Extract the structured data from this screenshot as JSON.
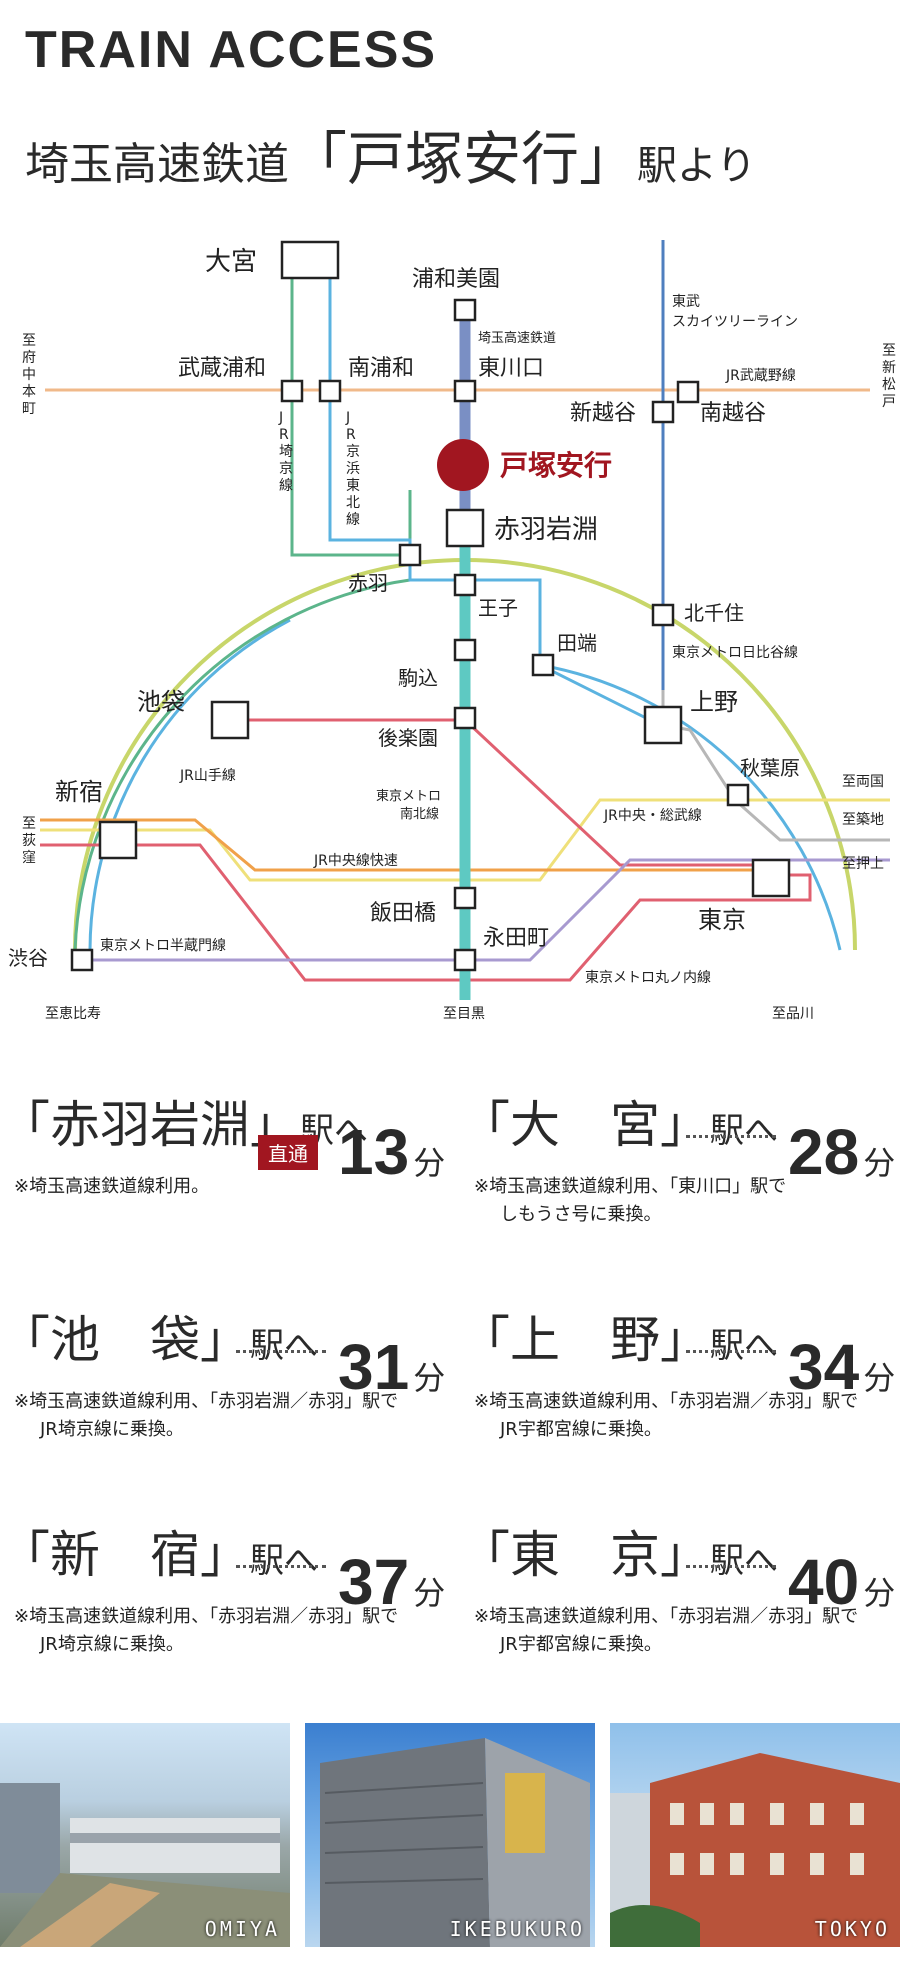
{
  "header": {
    "title": "TRAIN ACCESS",
    "sub_pre": "埼玉高速鉄道",
    "sub_open": "「",
    "sub_main": "戸塚安行",
    "sub_close": "」",
    "sub_post": "駅より"
  },
  "map": {
    "colors": {
      "saitama": "#7a8fc4",
      "namboku": "#5ec9c2",
      "saikyo": "#5cb58b",
      "keihin": "#5bb3e0",
      "musashino": "#f0b98a",
      "tobu": "#4f7fbf",
      "hibiya": "#b7b7b7",
      "yamanote": "#c8d66a",
      "chuo_sobu": "#efe07a",
      "chuo_rapid": "#f0a14a",
      "hanzomon": "#a89ad0",
      "marunouchi": "#e06070",
      "main_station": "#a11620"
    },
    "stations": {
      "omiya": "大宮",
      "urawa_misono": "浦和美園",
      "musashi_urawa": "武蔵浦和",
      "minami_urawa": "南浦和",
      "higashikawaguchi": "東川口",
      "shin_koshigaya": "新越谷",
      "minami_koshigaya": "南越谷",
      "totsuka_angyo": "戸塚安行",
      "akabane_iwabuchi": "赤羽岩淵",
      "akabane": "赤羽",
      "oji": "王子",
      "kita_senju": "北千住",
      "tabata": "田端",
      "komagome": "駒込",
      "ikebukuro": "池袋",
      "ueno": "上野",
      "korakuen": "後楽園",
      "akihabara": "秋葉原",
      "shinjuku": "新宿",
      "tokyo": "東京",
      "iidabashi": "飯田橋",
      "nagatacho": "永田町",
      "shibuya": "渋谷"
    },
    "lines": {
      "saitama_railway": "埼玉高速鉄道",
      "jr_saikyo": "JR埼京線",
      "jr_keihin": "JR京浜東北線",
      "tobu_skytree_1": "東武",
      "tobu_skytree_2": "スカイツリーライン",
      "jr_musashino": "JR武蔵野線",
      "metro_hibiya": "東京メトロ日比谷線",
      "jr_yamanote": "JR山手線",
      "metro_namboku_1": "東京メトロ",
      "metro_namboku_2": "南北線",
      "jr_chuo_sobu": "JR中央・総武線",
      "jr_chuo_rapid": "JR中央線快速",
      "metro_hanzomon": "東京メトロ半蔵門線",
      "metro_marunouchi": "東京メトロ丸ノ内線"
    },
    "destinations": {
      "fuchu_hommachi": "至府中本町",
      "shin_matsudo": "至新松戸",
      "ogikubo": "至荻窪",
      "ryogoku": "至両国",
      "tsukiji": "至築地",
      "oshiage": "至押上",
      "ebisu": "至恵比寿",
      "meguro": "至目黒",
      "shinagawa": "至品川"
    }
  },
  "routes": [
    {
      "open": "「",
      "name": "赤羽岩淵",
      "close": "」",
      "suffix": "駅へ",
      "badge": "直通",
      "minutes": "13",
      "unit": "分",
      "note1": "※埼玉高速鉄道線利用。",
      "note2": ""
    },
    {
      "open": "「",
      "name": "大　宮",
      "close": "」",
      "suffix": "駅へ",
      "minutes": "28",
      "unit": "分",
      "note1": "※埼玉高速鉄道線利用、「東川口」駅で",
      "note2": "しもうさ号に乗換。"
    },
    {
      "open": "「",
      "name": "池　袋",
      "close": "」",
      "suffix": "駅へ",
      "minutes": "31",
      "unit": "分",
      "note1": "※埼玉高速鉄道線利用、「赤羽岩淵／赤羽」駅で",
      "note2": "JR埼京線に乗換。"
    },
    {
      "open": "「",
      "name": "上　野",
      "close": "」",
      "suffix": "駅へ",
      "minutes": "34",
      "unit": "分",
      "note1": "※埼玉高速鉄道線利用、「赤羽岩淵／赤羽」駅で",
      "note2": "JR宇都宮線に乗換。"
    },
    {
      "open": "「",
      "name": "新　宿",
      "close": "」",
      "suffix": "駅へ",
      "minutes": "37",
      "unit": "分",
      "note1": "※埼玉高速鉄道線利用、「赤羽岩淵／赤羽」駅で",
      "note2": "JR埼京線に乗換。"
    },
    {
      "open": "「",
      "name": "東　京",
      "close": "」",
      "suffix": "駅へ",
      "minutes": "40",
      "unit": "分",
      "note1": "※埼玉高速鉄道線利用、「赤羽岩淵／赤羽」駅で",
      "note2": "JR宇都宮線に乗換。"
    }
  ],
  "photos": [
    {
      "label": "OMIYA"
    },
    {
      "label": "IKEBUKURO"
    },
    {
      "label": "TOKYO"
    }
  ]
}
